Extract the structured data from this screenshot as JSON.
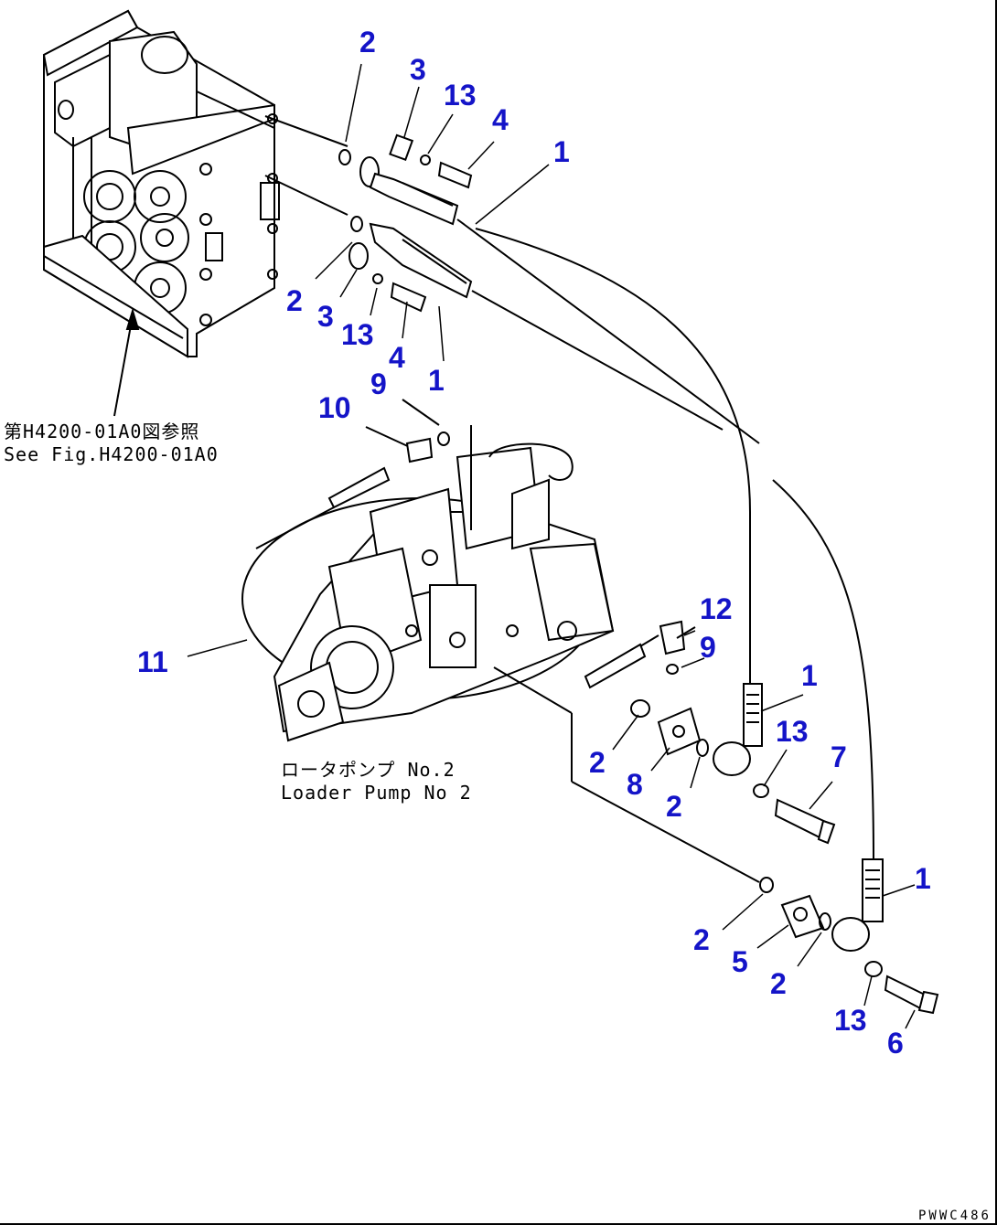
{
  "callouts": [
    {
      "id": "c1",
      "text": "2"
    },
    {
      "id": "c2",
      "text": "3"
    },
    {
      "id": "c3",
      "text": "13"
    },
    {
      "id": "c4",
      "text": "4"
    },
    {
      "id": "c5",
      "text": "1"
    },
    {
      "id": "c6",
      "text": "2"
    },
    {
      "id": "c7",
      "text": "3"
    },
    {
      "id": "c8",
      "text": "13"
    },
    {
      "id": "c9",
      "text": "4"
    },
    {
      "id": "c10",
      "text": "1"
    },
    {
      "id": "c11",
      "text": "10"
    },
    {
      "id": "c12",
      "text": "9"
    },
    {
      "id": "c13",
      "text": "11"
    },
    {
      "id": "c14",
      "text": "12"
    },
    {
      "id": "c15",
      "text": "9"
    },
    {
      "id": "c16",
      "text": "1"
    },
    {
      "id": "c17",
      "text": "13"
    },
    {
      "id": "c18",
      "text": "7"
    },
    {
      "id": "c19",
      "text": "2"
    },
    {
      "id": "c20",
      "text": "8"
    },
    {
      "id": "c21",
      "text": "2"
    },
    {
      "id": "c22",
      "text": "1"
    },
    {
      "id": "c23",
      "text": "2"
    },
    {
      "id": "c24",
      "text": "5"
    },
    {
      "id": "c25",
      "text": "2"
    },
    {
      "id": "c26",
      "text": "13"
    },
    {
      "id": "c27",
      "text": "6"
    }
  ],
  "reference_note": {
    "line1": "第H4200-01A0図参照",
    "line2": "See Fig.H4200-01A0"
  },
  "pump_label": {
    "line1": "ロータポンプ  No.2",
    "line2": "Loader Pump No 2"
  },
  "drawing_code": "PWWC486",
  "colors": {
    "callout": "#1414c8",
    "line": "#000000"
  }
}
